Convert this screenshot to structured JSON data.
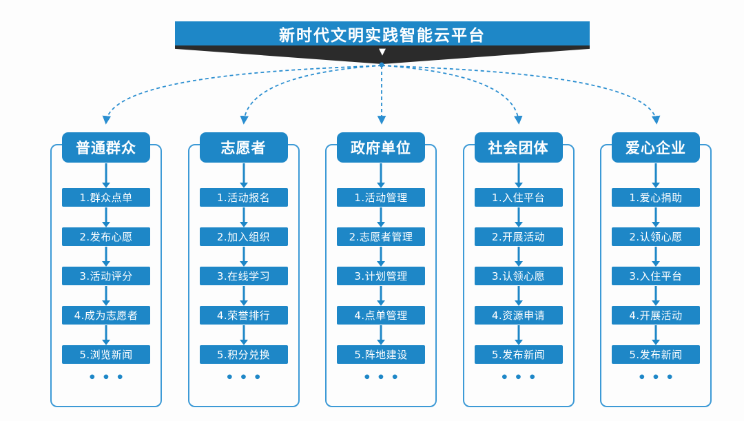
{
  "title_banner": {
    "text": "新时代文明实践智能云平台"
  },
  "icons": {
    "down_chevron": "▼"
  },
  "more_indicator": "•••",
  "colors": {
    "primary_blue": "#1e87c7",
    "dash_blue": "#2a8ed0",
    "frame_border_blue": "#3d9ad6",
    "ribbon_dark": "#2b2b2b",
    "text_white": "#ffffff"
  },
  "columns": [
    {
      "header": "普通群众",
      "steps": [
        "1.群众点单",
        "2.发布心愿",
        "3.活动评分",
        "4.成为志愿者",
        "5.浏览新闻"
      ]
    },
    {
      "header": "志愿者",
      "steps": [
        "1.活动报名",
        "2.加入组织",
        "3.在线学习",
        "4.荣誉排行",
        "5.积分兑换"
      ]
    },
    {
      "header": "政府单位",
      "steps": [
        "1.活动管理",
        "2.志愿者管理",
        "3.计划管理",
        "4.点单管理",
        "5.阵地建设"
      ]
    },
    {
      "header": "社会团体",
      "steps": [
        "1.入住平台",
        "2.开展活动",
        "3.认领心愿",
        "4.资源申请",
        "5.发布新闻"
      ]
    },
    {
      "header": "爱心企业",
      "steps": [
        "1.爱心捐助",
        "2.认领心愿",
        "3.入住平台",
        "4.开展活动",
        "5.发布新闻"
      ]
    }
  ]
}
